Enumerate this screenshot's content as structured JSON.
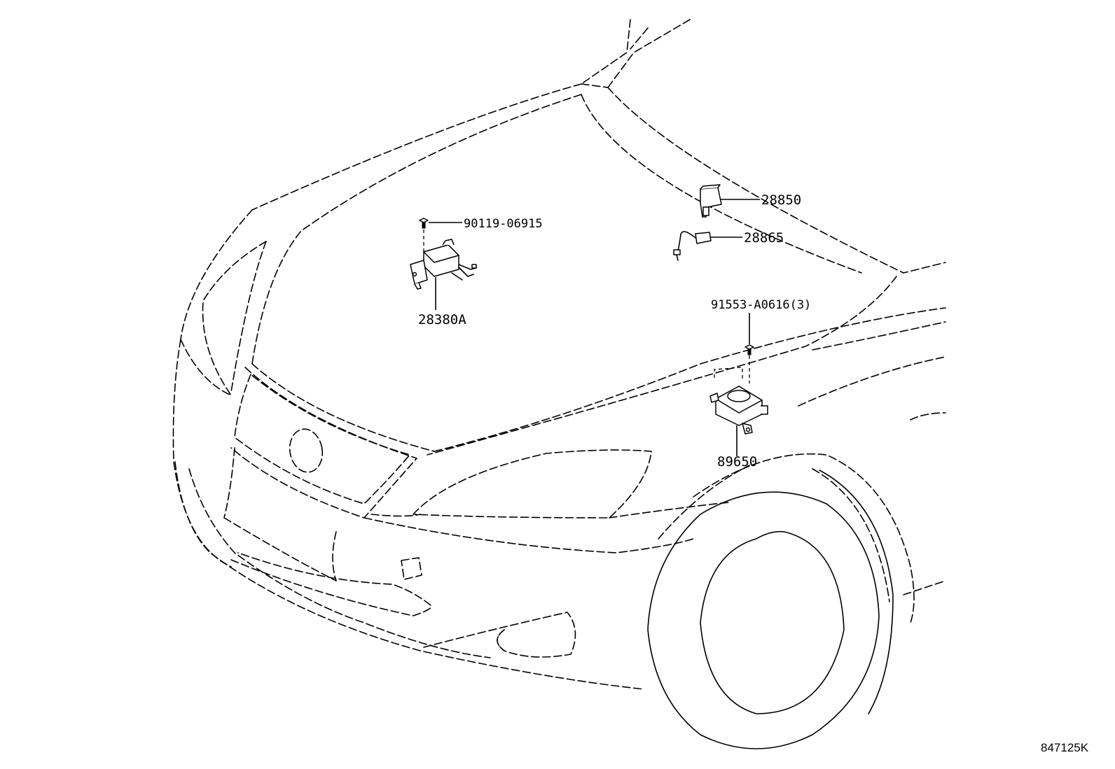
{
  "diagram": {
    "diagram_number": "847125K",
    "callouts": [
      {
        "id": "part-28850",
        "text": "28850"
      },
      {
        "id": "part-28865",
        "text": "28865"
      },
      {
        "id": "part-90119-06915",
        "text": "90119-06915"
      },
      {
        "id": "part-28380a",
        "text": "28380A"
      },
      {
        "id": "part-91553-a0616",
        "text": "91553-A0616(3)"
      },
      {
        "id": "part-89650",
        "text": "89650"
      }
    ]
  }
}
